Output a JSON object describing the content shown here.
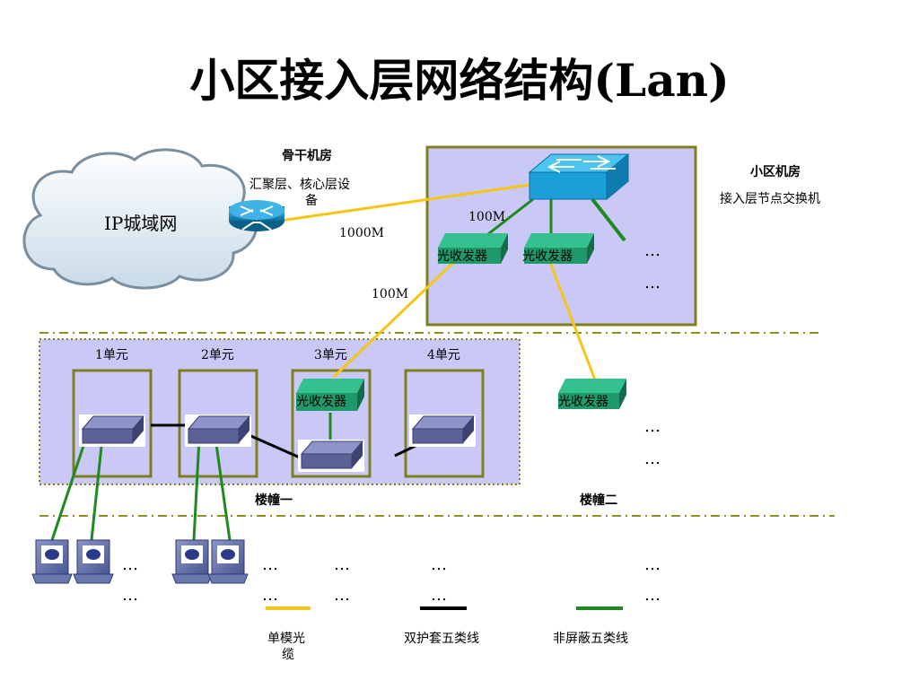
{
  "title": "小区接入层网络结构(Lan)",
  "cloud_label": "IP城域网",
  "backbone": {
    "room": "骨干机房",
    "devices_line1": "汇聚层、核心层设",
    "devices_line2": "备"
  },
  "community_room": {
    "title": "小区机房",
    "subtitle": "接入层节点交换机"
  },
  "links": {
    "router_to_switch": "1000M",
    "switch_to_transceivers": "100M",
    "to_unit3": "100M"
  },
  "transceiver_label": "光收发器",
  "units": [
    "1单元",
    "2单元",
    "3单元",
    "4单元"
  ],
  "buildings": [
    "楼幢一",
    "楼幢二"
  ],
  "ellipsis": "…",
  "legend": [
    {
      "label_line1": "单模光",
      "label_line2": "缆",
      "color": "#f5c518"
    },
    {
      "label_line1": "双护套五类线",
      "label_line2": "",
      "color": "#000000"
    },
    {
      "label_line1": "非屏蔽五类线",
      "label_line2": "",
      "color": "#1e8a1e"
    }
  ],
  "colors": {
    "room_fill": "#c9c8f6",
    "room_border": "#7f7f1f",
    "divider": "#8f8f1f",
    "fiber": "#f5c518",
    "utp": "#1e8a1e",
    "stp": "#000000",
    "transceiver": "#1e9a6a",
    "l3_switch": "#1a9fd8",
    "router": "#1a86b8",
    "access_switch": "#6a70a8"
  },
  "icons": {
    "cloud": "cloud-icon",
    "router": "router-icon",
    "l3_switch": "layer3-switch-icon",
    "transceiver": "transceiver-icon",
    "access_switch": "workgroup-switch-icon",
    "pc": "pc-workstation-icon"
  }
}
